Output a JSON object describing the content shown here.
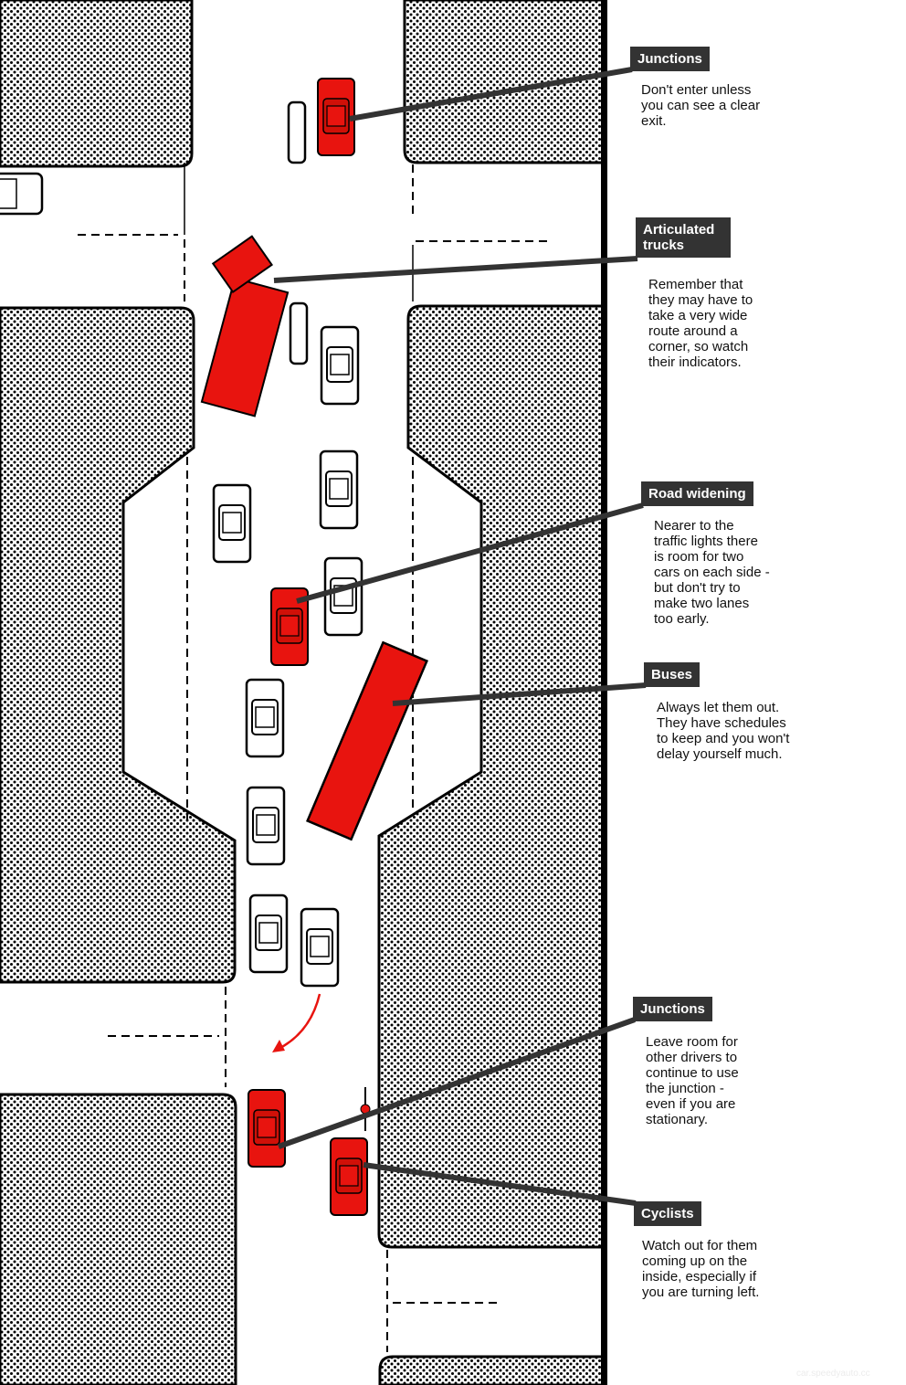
{
  "callouts": [
    {
      "title": "Junctions",
      "text": "Don't enter unless\nyou can see a clear\nexit."
    },
    {
      "title": "Articulated\ntrucks",
      "text": "Remember that\nthey may have to\ntake a very wide\nroute around a\ncorner, so watch\ntheir indicators."
    },
    {
      "title": "Road widening",
      "text": "Nearer to the\ntraffic lights there\nis room for two\ncars on each side -\nbut don't try to\nmake two lanes\ntoo early."
    },
    {
      "title": "Buses",
      "text": "Always let them out.\nThey have schedules\nto keep and you won't\ndelay yourself much."
    },
    {
      "title": "Junctions",
      "text": "Leave room for\nother drivers to\ncontinue to use\nthe junction -\neven if you are\nstationary."
    },
    {
      "title": "Cyclists",
      "text": "Watch out for them\ncoming up on the\ninside, especially if\nyou are turning left."
    }
  ],
  "watermark": "car.speedyauto.cc",
  "colors": {
    "highlight_vehicle": "#e8140f",
    "label_bg": "#333333",
    "pavement_dots": "#000000"
  }
}
